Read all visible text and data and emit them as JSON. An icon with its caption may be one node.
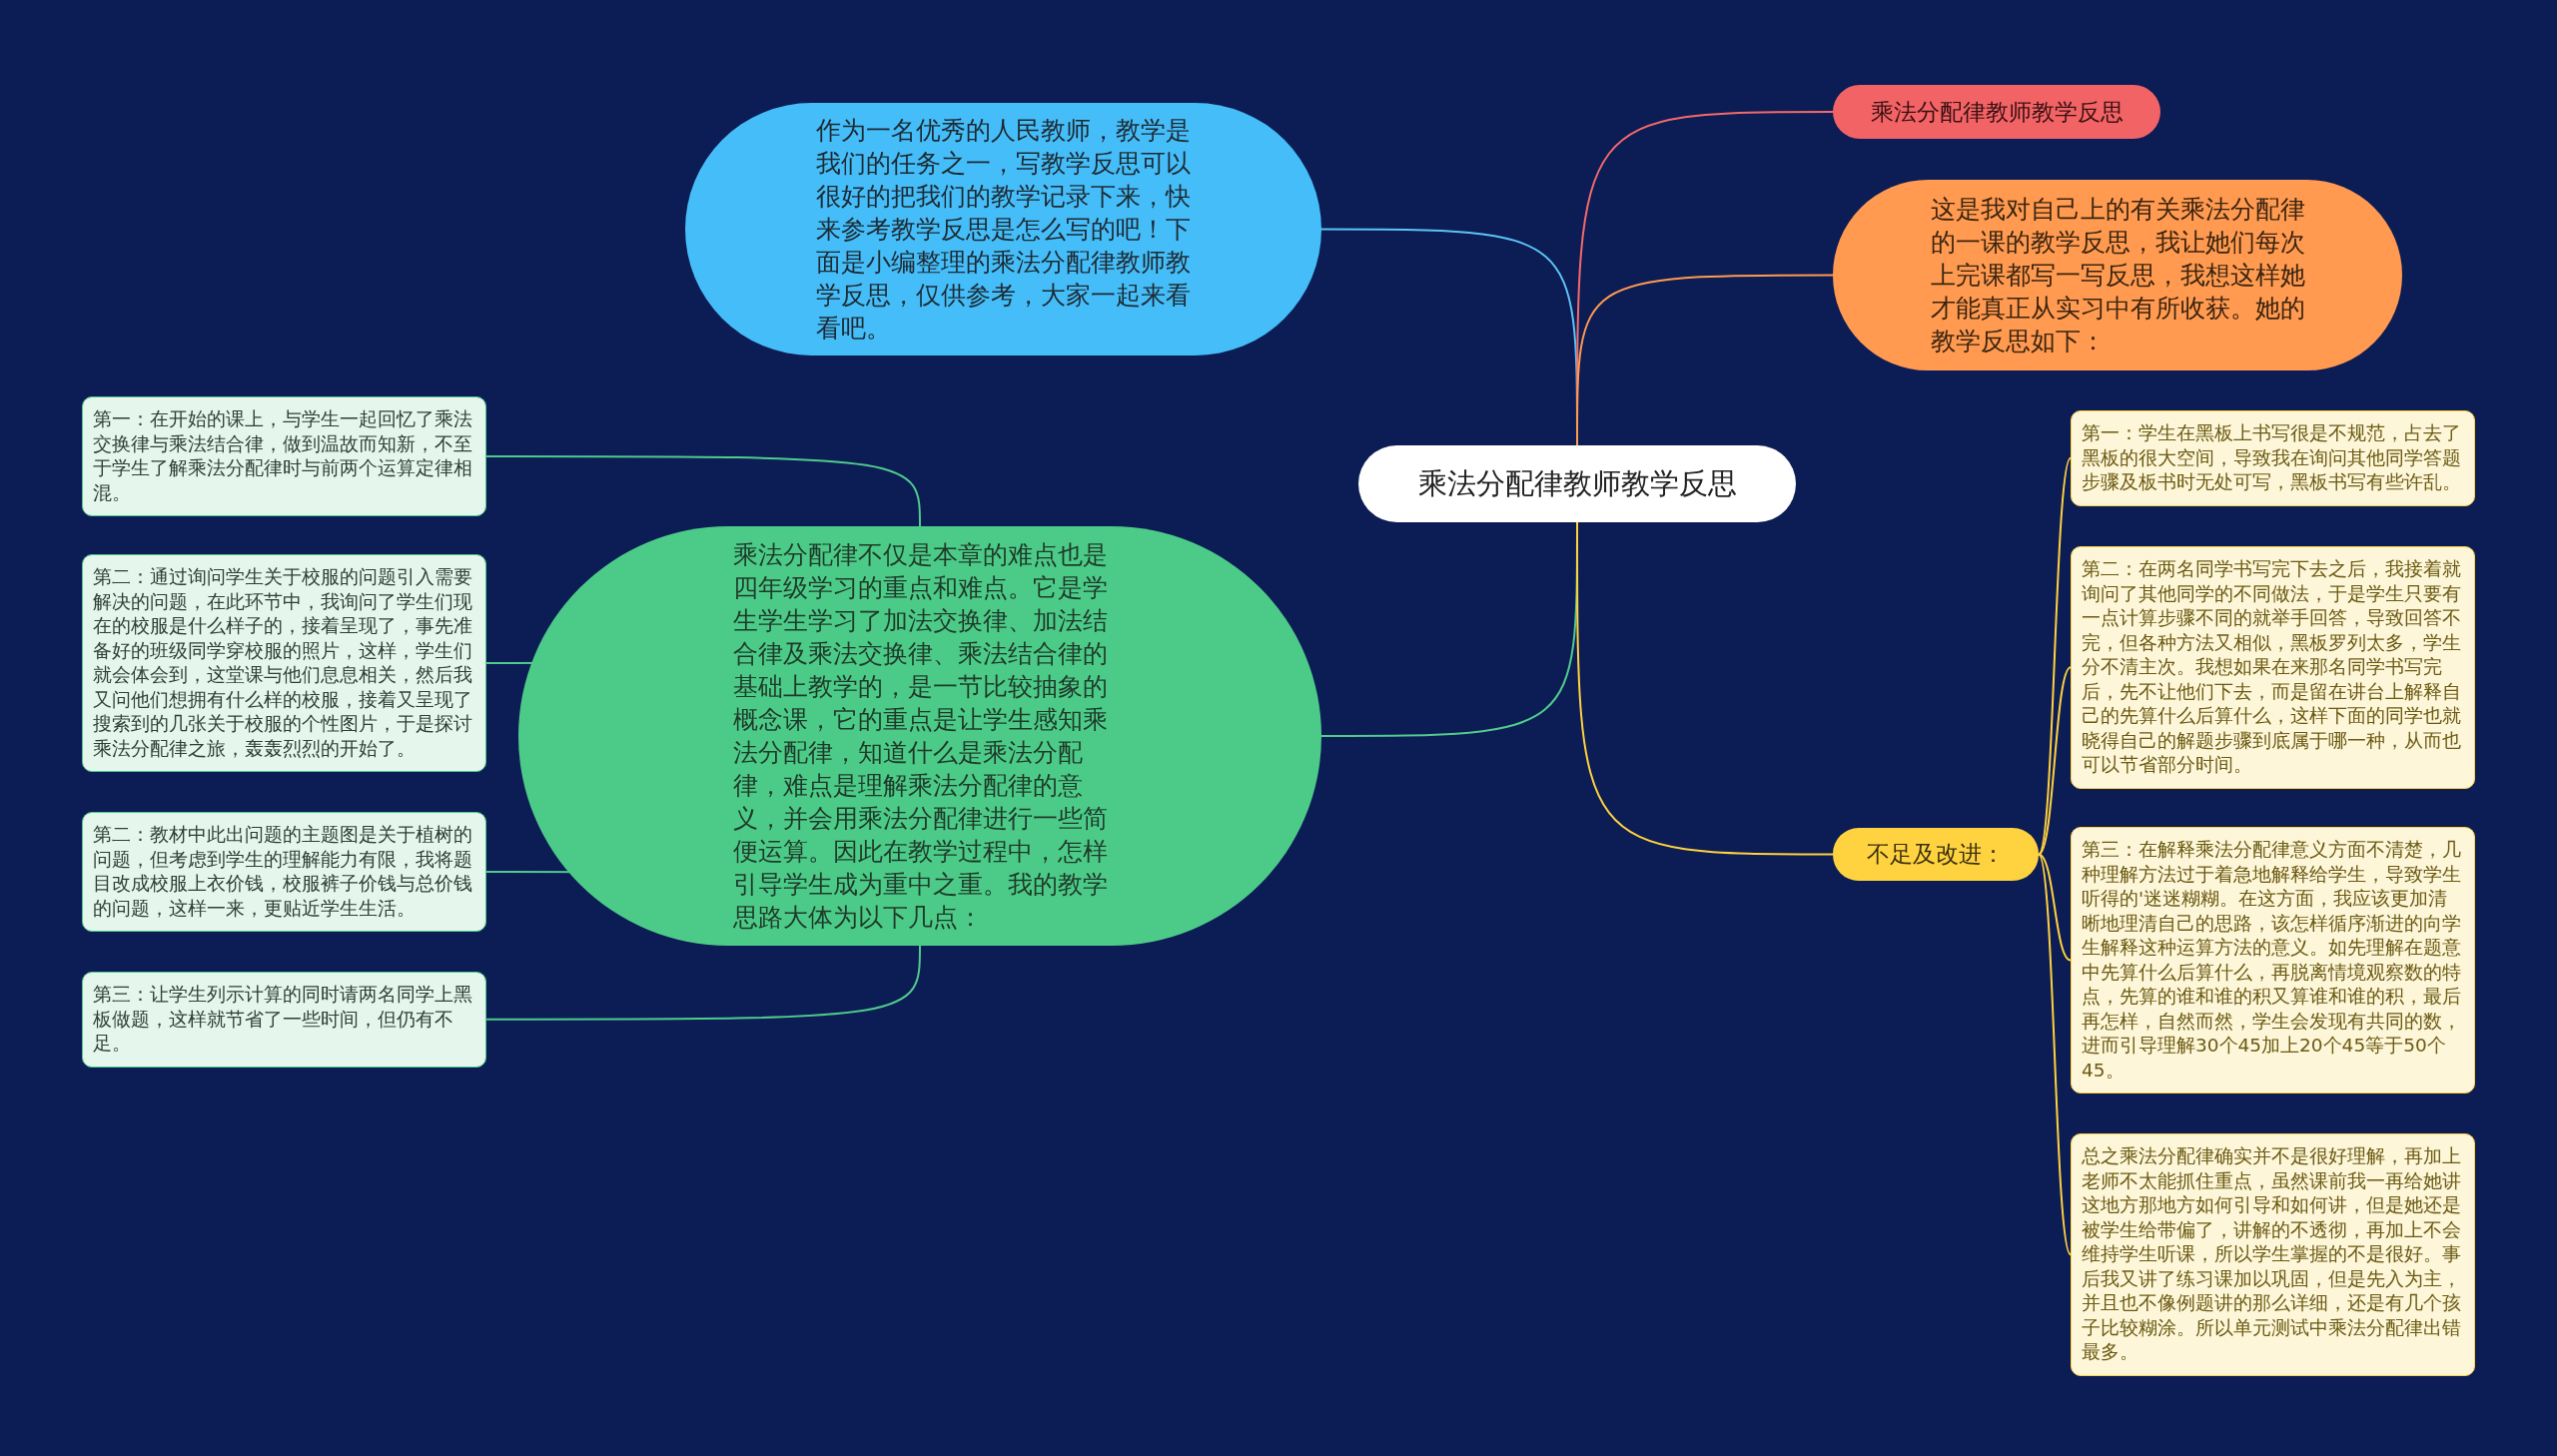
{
  "diagram": {
    "nodes": [
      {
        "text": [
          "乘法分配律教师教学反思"
        ]
      },
      {
        "text": [
          "作为一名优秀的人民教师，教学是我们的任务之一，写教学反思可以很好的把我们的教学记录下来，快来参考教学反思是怎么写的吧！下面是小编整理的乘法分配律教师教学反思，仅供参考，大家一起来看看吧。"
        ]
      },
      {
        "text": [
          "乘法分配律不仅是本章的难点也是四年级学习的重点和难点。它是学生学生学习了加法交换律、加法结合律及乘法交换律、乘法结合律的基础上教学的，是一节比较抽象的概念课，它的重点是让学生感知乘法分配律，知道什么是乘法分配律，难点是理解乘法分配律的意义，并会用乘法分配律进行一些简便运算。因此在教学过程中，怎样引导学生成为重中之重。我的教学思路大体为以下几点："
        ]
      },
      {
        "text": [
          "第一：在开始的课上，与学生一起回忆了乘法交换律与乘法结合律，做到温故而知新，不至于学生了解乘法分配律时与前两个运算定律相混。"
        ]
      },
      {
        "text": [
          "第二：通过询问学生关于校服的问题引入需要解决的问题，在此环节中，我询问了学生们现在的校服是什么样子的，接着呈现了，事先准备好的班级同学穿校服的照片，这样，学生们就会体会到，这堂课与他们息息相关，然后我又问他们想拥有什么样的校服，接着又呈现了搜索到的几张关于校服的个性图片，于是探讨乘法分配律之旅，轰轰烈烈的开始了。"
        ]
      },
      {
        "text": [
          "第二：教材中此出问题的主题图是关于植树的问题，但考虑到学生的理解能力有限，我将题目改成校服上衣价钱，校服裤子价钱与总价钱的问题，这样一来，更贴近学生生活。"
        ]
      },
      {
        "text": [
          "第三：让学生列示计算的同时请两名同学上黑板做题，这样就节省了一些时间，但仍有不足。"
        ]
      },
      {
        "text": [
          "乘法分配律教师教学反思"
        ]
      },
      {
        "text": [
          "这是我对自己上的有关乘法分配律的一课的教学反思，我让她们每次上完课都写一写反思，我想这样她才能真正从实习中有所收获。她的教学反思如下："
        ]
      },
      {
        "text": [
          "不足及改进："
        ]
      },
      {
        "text": [
          "第一：学生在黑板上书写很是不规范，占去了黑板的很大空间，导致我在询问其他同学答题步骤及板书时无处可写，黑板书写有些许乱。"
        ]
      },
      {
        "text": [
          "第二：在两名同学书写完下去之后，我接着就询问了其他同学的不同做法，于是学生只要有一点计算步骤不同的就举手回答，导致回答不完，但各种方法又相似，黑板罗列太多，学生分不清主次。我想如果在来那名同学书写完后，先不让他们下去，而是留在讲台上解释自己的先算什么后算什么，这样下面的同学也就晓得自己的解题步骤到底属于哪一种，从而也可以节省部分时间。"
        ]
      },
      {
        "text": [
          "第三：在解释乘法分配律意义方面不清楚，几种理解方法过于着急地解释给学生，导致学生听得的'迷迷糊糊。在这方面，我应该更加清晰地理清自己的思路，该怎样循序渐进的向学生解释这种运算方法的意义。如先理解在题意中先算什么后算什么，再脱离情境观察数的特点，先算的谁和谁的积又算谁和谁的积，最后再怎样，自然而然，学生会发现有共同的数，进而引导理解30个45加上20个45等于50个45。"
        ]
      },
      {
        "text": [
          "总之乘法分配律确实并不是很好理解，再加上老师不太能抓住重点，虽然课前我一再给她讲这地方那地方如何引导和如何讲，但是她还是被学生给带偏了，讲解的不透彻，再加上不会维持学生听课，所以学生掌握的不是很好。事后我又讲了练习课加以巩固，但是先入为主，并且也不像例题讲的那么详细，还是有几个孩子比较糊涂。所以单元测试中乘法分配律出错最多。"
        ]
      }
    ],
    "edges": [
      {
        "from": 0,
        "to": 1,
        "arrow": "none",
        "color": "#5cc4f2"
      },
      {
        "from": 0,
        "to": 2,
        "arrow": "none",
        "color": "#4fcb8c"
      },
      {
        "from": 0,
        "to": 7,
        "arrow": "none",
        "color": "#f26a6a"
      },
      {
        "from": 0,
        "to": 8,
        "arrow": "none",
        "color": "#ff9a50"
      },
      {
        "from": 0,
        "to": 9,
        "arrow": "none",
        "color": "#ffd23f"
      },
      {
        "from": 2,
        "to": 3,
        "arrow": "none",
        "color": "#4fcb8c"
      },
      {
        "from": 2,
        "to": 4,
        "arrow": "none",
        "color": "#4fcb8c"
      },
      {
        "from": 2,
        "to": 5,
        "arrow": "none",
        "color": "#4fcb8c"
      },
      {
        "from": 2,
        "to": 6,
        "arrow": "none",
        "color": "#4fcb8c"
      },
      {
        "from": 9,
        "to": 10,
        "arrow": "none",
        "color": "#ffd23f"
      },
      {
        "from": 9,
        "to": 11,
        "arrow": "none",
        "color": "#ffd23f"
      },
      {
        "from": 9,
        "to": 12,
        "arrow": "none",
        "color": "#ffd23f"
      },
      {
        "from": 9,
        "to": 13,
        "arrow": "none",
        "color": "#ffd23f"
      }
    ]
  }
}
